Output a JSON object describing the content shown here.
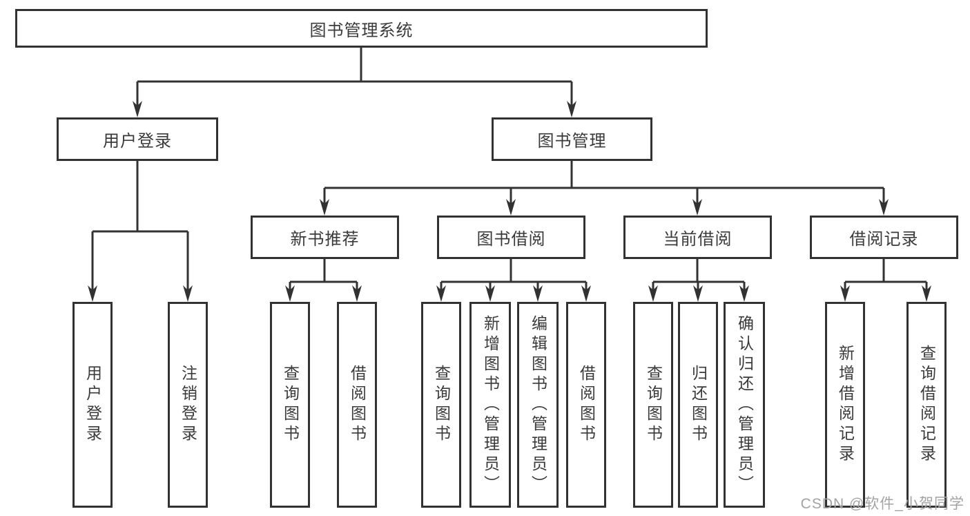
{
  "tree": {
    "root": {
      "label": "图书管理系统"
    },
    "branches": [
      {
        "id": "user-login",
        "label": "用户登录",
        "children": [
          {
            "label": "用户登录"
          },
          {
            "label": "注销登录"
          }
        ]
      },
      {
        "id": "book-management",
        "label": "图书管理",
        "groups": [
          {
            "id": "new-book-recommend",
            "label": "新书推荐",
            "children": [
              {
                "label": "查询图书"
              },
              {
                "label": "借阅图书"
              }
            ]
          },
          {
            "id": "book-borrowing",
            "label": "图书借阅",
            "children": [
              {
                "label": "查询图书"
              },
              {
                "label": "新增图书（管理员）"
              },
              {
                "label": "编辑图书（管理员）"
              },
              {
                "label": "借阅图书"
              }
            ]
          },
          {
            "id": "current-borrowing",
            "label": "当前借阅",
            "children": [
              {
                "label": "查询图书"
              },
              {
                "label": "归还图书"
              },
              {
                "label": "确认归还（管理员）"
              }
            ]
          },
          {
            "id": "borrowing-records",
            "label": "借阅记录",
            "children": [
              {
                "label": "新增借阅记录"
              },
              {
                "label": "查询借阅记录"
              }
            ]
          }
        ]
      }
    ]
  },
  "watermark": {
    "text": "CSDN @软件_小贺同学"
  },
  "colors": {
    "line": "#323232",
    "text": "#3a3a3a",
    "watermark": "#a3a3a3",
    "background": "#ffffff"
  }
}
